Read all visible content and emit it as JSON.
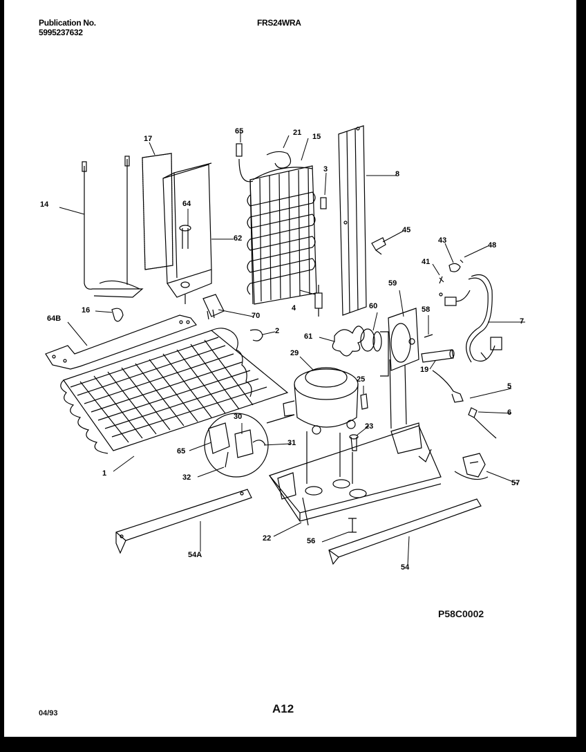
{
  "header": {
    "publication_label": "Publication No.",
    "publication_number": "5995237632",
    "model": "FRS24WRA"
  },
  "callouts": [
    "17",
    "65",
    "21",
    "15",
    "3",
    "8",
    "14",
    "64",
    "62",
    "45",
    "43",
    "48",
    "41",
    "16",
    "64B",
    "70",
    "2",
    "4",
    "60",
    "59",
    "58",
    "7",
    "61",
    "19",
    "29",
    "25",
    "5",
    "6",
    "30",
    "31",
    "65",
    "23",
    "57",
    "1",
    "32",
    "22",
    "56",
    "54A",
    "54"
  ],
  "figure_id": "P58C0002",
  "page": "A12",
  "date": "04/93"
}
